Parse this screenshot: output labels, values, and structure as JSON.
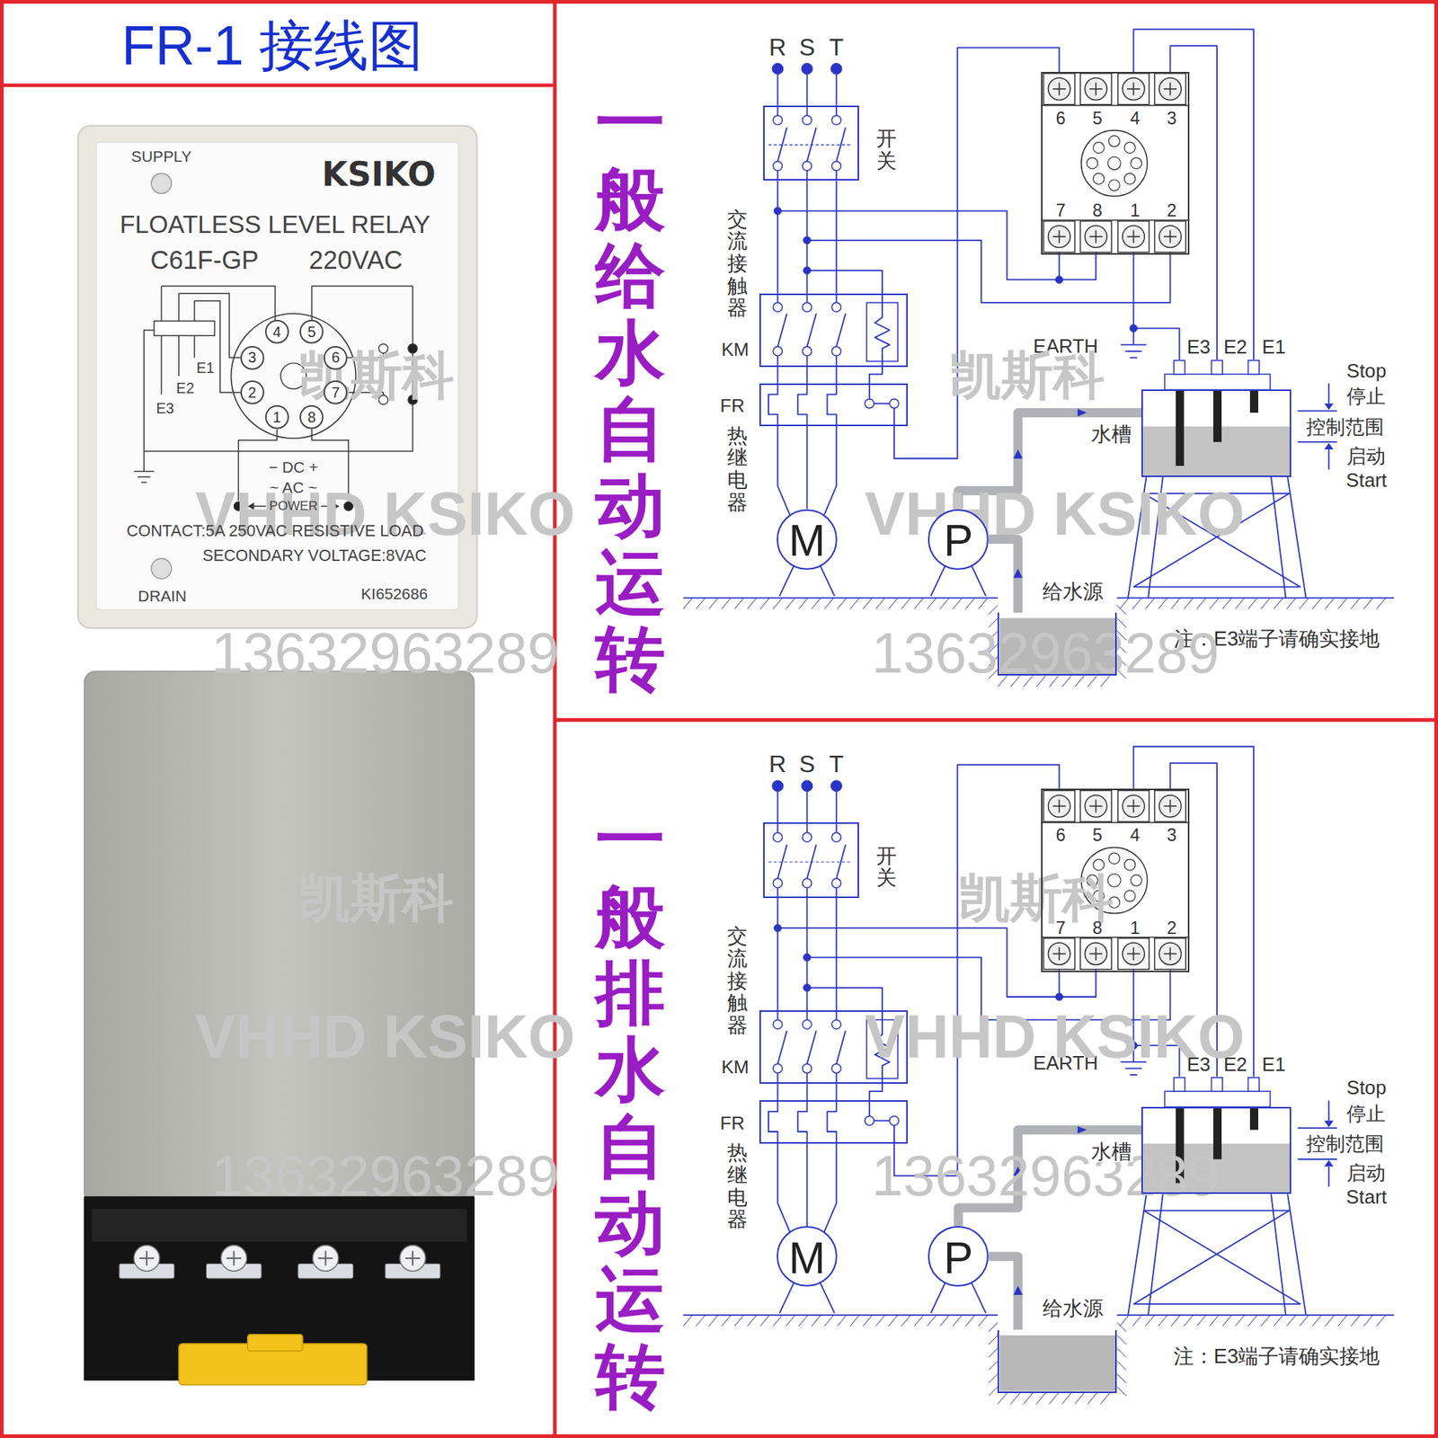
{
  "diagram": {
    "title": "FR-1 接线图",
    "nodes": [
      {
        "text": [
          "SUPPLY",
          "KSIKO",
          "FLOATLESS LEVEL RELAY",
          "C61F-GP",
          "220VAC",
          "E1",
          "E2",
          "E3",
          "− DC +",
          "~ AC ~",
          "POWER",
          "CONTACT:5A 250VAC RESISTIVE LOAD",
          "SECONDARY VOLTAGE:8VAC",
          "DRAIN",
          "KI652686"
        ]
      },
      {
        "text": [
          "4"
        ],
        "in": 0
      },
      {
        "text": [
          "5"
        ],
        "in": 0
      },
      {
        "text": [
          "3"
        ],
        "in": 0
      },
      {
        "text": [
          "6"
        ],
        "in": 0
      },
      {
        "text": [
          "2"
        ],
        "in": 0
      },
      {
        "text": [
          "7"
        ],
        "in": 0
      },
      {
        "text": [
          "1"
        ],
        "in": 0
      },
      {
        "text": [
          "8"
        ],
        "in": 0
      },
      {
        "text": [
          "开关"
        ]
      },
      {
        "text": [
          "交流接触器",
          "KM"
        ]
      },
      {
        "text": [
          "FR",
          "热继电器"
        ]
      },
      {
        "text": [
          "M"
        ]
      },
      {
        "text": [
          "P"
        ]
      },
      {
        "text": [
          "6",
          "5",
          "4",
          "3",
          "7",
          "8",
          "1",
          "2"
        ]
      },
      {
        "text": [
          "水槽"
        ]
      },
      {
        "text": [
          "给水源"
        ]
      },
      {
        "text": [
          "开关"
        ]
      },
      {
        "text": [
          "交流接触器",
          "KM"
        ]
      },
      {
        "text": [
          "FR",
          "热继电器"
        ]
      },
      {
        "text": [
          "M"
        ]
      },
      {
        "text": [
          "P"
        ]
      },
      {
        "text": [
          "6",
          "5",
          "4",
          "3",
          "7",
          "8",
          "1",
          "2"
        ]
      },
      {
        "text": [
          "水槽"
        ]
      },
      {
        "text": [
          "给水源"
        ]
      }
    ],
    "edges": [
      {
        "from": 9,
        "to": 10,
        "arrow": "none"
      },
      {
        "from": 9,
        "to": 10,
        "arrow": "none"
      },
      {
        "from": 9,
        "to": 10,
        "arrow": "none"
      },
      {
        "from": 10,
        "to": 11,
        "arrow": "none"
      },
      {
        "from": 10,
        "to": 11,
        "arrow": "none"
      },
      {
        "from": 10,
        "to": 11,
        "arrow": "none"
      },
      {
        "from": 11,
        "to": 12,
        "arrow": "none"
      },
      {
        "from": 11,
        "to": 12,
        "arrow": "none"
      },
      {
        "from": 11,
        "to": 12,
        "arrow": "none"
      },
      {
        "from": 16,
        "to": 13,
        "arrow": "none"
      },
      {
        "from": 13,
        "to": 15,
        "arrow": "none"
      },
      {
        "from": 17,
        "to": 18,
        "arrow": "none"
      },
      {
        "from": 17,
        "to": 18,
        "arrow": "none"
      },
      {
        "from": 17,
        "to": 18,
        "arrow": "none"
      },
      {
        "from": 18,
        "to": 19,
        "arrow": "none"
      },
      {
        "from": 18,
        "to": 19,
        "arrow": "none"
      },
      {
        "from": 18,
        "to": 19,
        "arrow": "none"
      },
      {
        "from": 19,
        "to": 20,
        "arrow": "none"
      },
      {
        "from": 19,
        "to": 20,
        "arrow": "none"
      },
      {
        "from": 19,
        "to": 20,
        "arrow": "none"
      },
      {
        "from": 24,
        "to": 21,
        "arrow": "none"
      },
      {
        "from": 21,
        "to": 23,
        "arrow": "none"
      }
    ],
    "labels": [
      "一般给水自动运转",
      "R",
      "S",
      "T",
      "EARTH",
      "E3",
      "E2",
      "E1",
      "Stop",
      "停止",
      "控制范围",
      "启动",
      "Start",
      "注：E3端子请确实接地",
      "一般排水自动运转",
      "R",
      "S",
      "T",
      "EARTH",
      "E3",
      "E2",
      "E1",
      "Stop",
      "停止",
      "控制范围",
      "启动",
      "Start",
      "注：E3端子请确实接地",
      "凯斯科",
      "凯斯科",
      "凯斯科",
      "凯斯科",
      "VHHD KSIKO",
      "VHHD KSIKO",
      "VHHD KSIKO",
      "VHHD KSIKO",
      "13632963289",
      "13632963289",
      "13632963289",
      "13632963289"
    ]
  }
}
